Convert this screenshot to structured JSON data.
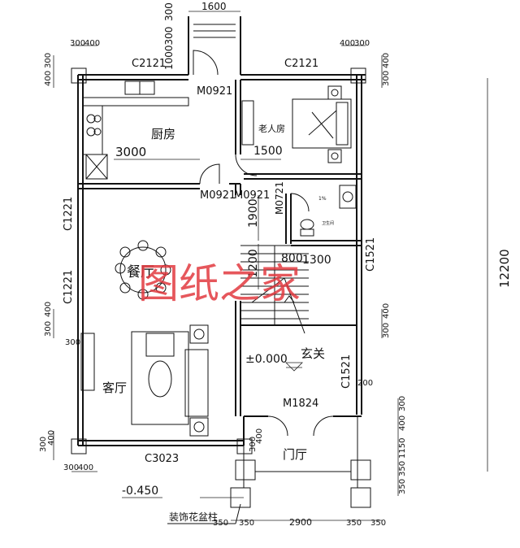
{
  "rooms": {
    "kitchen": "厨房",
    "elder_room": "老人房",
    "living": "客厅",
    "dining": "餐厅",
    "foyer": "玄关",
    "entrance_hall": "门厅",
    "bathroom": "卫生间",
    "bath_mark": "1%"
  },
  "doors": {
    "m0921_kitchen": "M0921",
    "m0921_left": "M0921",
    "m0921_right": "M0921",
    "m0721": "M0721",
    "m1824": "M1824"
  },
  "windows": {
    "c2121_left": "C2121",
    "c2121_right": "C2121",
    "c1221_top": "C1221",
    "c1221_bottom": "C1221",
    "c1521_upper": "C1521",
    "c1521_lower": "C1521",
    "c3023": "C3023"
  },
  "dimensions": {
    "top_1600": "1600",
    "top_300": "300",
    "top_1000_300": "1000300",
    "tl_300": "300",
    "tl_400": "400",
    "tr_400": "400",
    "tr_300": "300",
    "left_300_a": "300",
    "left_400_a": "400",
    "right_400_a": "400",
    "right_300_a": "300",
    "d3000": "3000",
    "d1500": "1500",
    "d1900": "1900",
    "d1200": "1200",
    "d800": "800",
    "d1300": "1300",
    "d300_left_mid": "300",
    "d400_left_mid": "400",
    "d300_right_mid": "300",
    "d400_right_mid": "400",
    "d300_inner": "300",
    "d200": "200",
    "d300_r": "300",
    "d400_r": "400",
    "d1150": "1150",
    "d350_r1": "350",
    "d350_r2": "350",
    "d12200": "12200",
    "bl_300": "300",
    "bl_400": "400",
    "bl2_300": "300",
    "bl2_400": "400",
    "left_ext_300": "300",
    "left_ext_400": "400",
    "bottom_350_a": "350",
    "bottom_350_b": "350",
    "bottom_2900": "2900",
    "bottom_350_c": "350",
    "bottom_350_d": "350"
  },
  "levels": {
    "floor": "±0.000",
    "outside": "-0.450"
  },
  "notes": {
    "planter": "装饰花盆柱"
  },
  "watermark": "图纸之家"
}
